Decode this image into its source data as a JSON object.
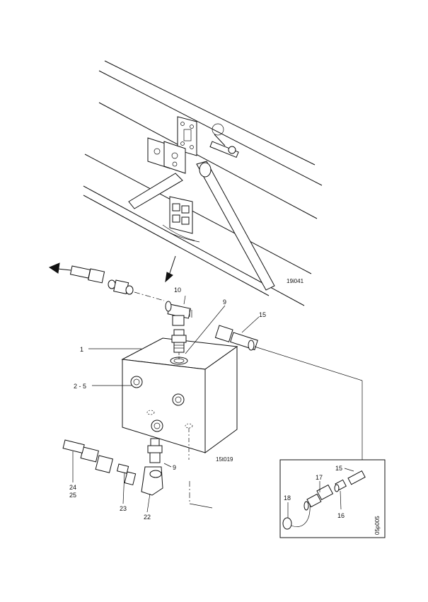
{
  "figure_codes": {
    "upper": "19i041",
    "tank": "15t019",
    "inset": "05p005"
  },
  "callouts": {
    "c1": "1",
    "c2_5": "2 - 5",
    "c9_top": "9",
    "c9_bottom": "9",
    "c10": "10",
    "c15": "15",
    "c15_inset": "15",
    "c16": "16",
    "c17": "17",
    "c18": "18",
    "c22": "22",
    "c23": "23",
    "c24": "24",
    "c25": "25"
  }
}
